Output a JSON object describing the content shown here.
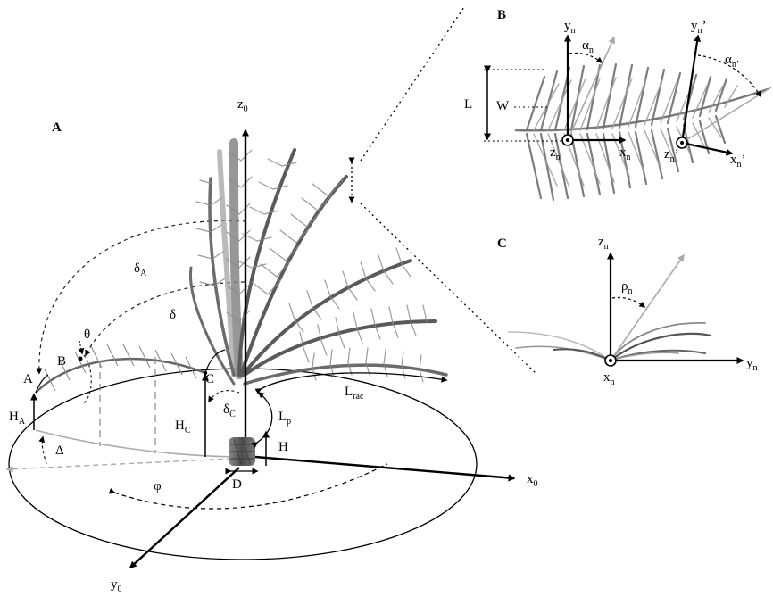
{
  "panels": {
    "a": "A",
    "b": "B",
    "c": "C"
  },
  "panel_a": {
    "axes": {
      "z0": {
        "base": "z",
        "sub": "0"
      },
      "x0": {
        "base": "x",
        "sub": "0"
      },
      "y0": {
        "base": "y",
        "sub": "0"
      }
    },
    "angles": {
      "delta_a": {
        "base": "δ",
        "sub": "A"
      },
      "delta": {
        "base": "δ"
      },
      "delta_c": {
        "base": "δ",
        "sub": "C"
      },
      "theta": {
        "base": "θ"
      },
      "phi": {
        "base": "φ"
      },
      "cap_delta": {
        "base": "Δ"
      }
    },
    "points": {
      "a": "A",
      "b": "B",
      "c": "C",
      "d": "D"
    },
    "lengths": {
      "h_a": {
        "base": "H",
        "sub": "A"
      },
      "h_c": {
        "base": "H",
        "sub": "C"
      },
      "h": {
        "base": "H"
      },
      "l_p": {
        "base": "L",
        "sub": "p"
      },
      "l_rac": {
        "base": "L",
        "sub": "rac"
      }
    }
  },
  "panel_b": {
    "labels": {
      "yn": {
        "base": "y",
        "sub": "n"
      },
      "alpha_n": {
        "base": "α",
        "sub": "n"
      },
      "yn_prime": {
        "base": "y",
        "sub": "n",
        "sup": "’"
      },
      "alpha_n_prime": {
        "base": "α",
        "sub": "n’"
      },
      "l": {
        "base": "L"
      },
      "w": {
        "base": "W"
      },
      "zn": {
        "base": "z",
        "sub": "n"
      },
      "xn": {
        "base": "x",
        "sub": "n"
      },
      "zn_prime": {
        "base": "z",
        "sub": "n",
        "sup": "’"
      },
      "xn_prime": {
        "base": "x",
        "sub": "n",
        "sup": "’"
      }
    }
  },
  "panel_c": {
    "labels": {
      "zn": {
        "base": "z",
        "sub": "n"
      },
      "rho_n": {
        "base": "ρ",
        "sub": "n"
      },
      "xn": {
        "base": "x",
        "sub": "n"
      },
      "yn": {
        "base": "y",
        "sub": "n"
      }
    }
  },
  "colors": {
    "axis": "#000000",
    "dashed_arc": "#222222",
    "foliage_dark": "#555555",
    "foliage_light": "#9a9a9a",
    "leaflet_grey": "#8c8c8c",
    "trunk": "#6e6e6e",
    "ground_line": "#a8a8a8"
  }
}
